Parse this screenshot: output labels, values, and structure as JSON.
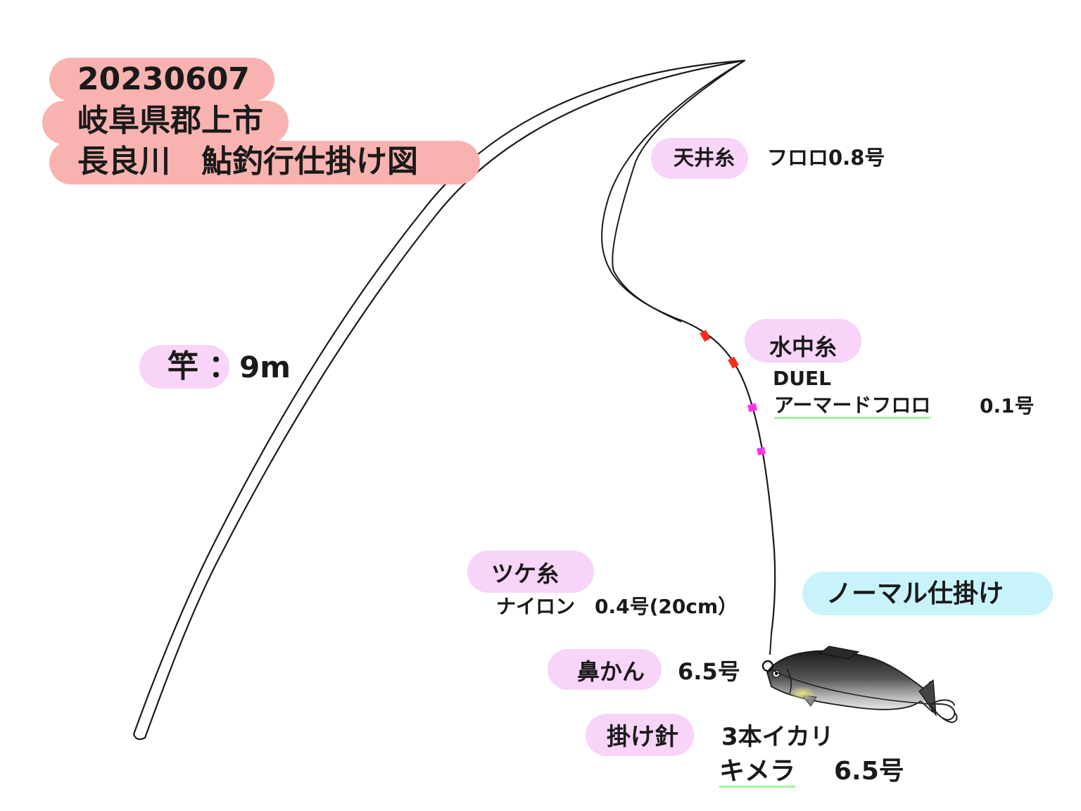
{
  "title": {
    "date": "20230607",
    "location": "岐阜県郡上市",
    "subtitle": "長良川　鮎釣行仕掛け図"
  },
  "rod": {
    "label": "竿",
    "colon": "：",
    "value": "9m"
  },
  "tenjo": {
    "label": "天井糸",
    "value": "フロロ0.8号"
  },
  "suichu": {
    "label": "水中糸",
    "brand": "DUEL",
    "product": "アーマードフロロ",
    "size": "0.1号"
  },
  "tsuke": {
    "label": "ツケ糸",
    "value": "ナイロン　0.4号(20cm）"
  },
  "mode": {
    "label": "ノーマル仕掛け"
  },
  "hanakan": {
    "label": "鼻かん",
    "value": "6.5号"
  },
  "hook": {
    "label": "掛け針",
    "type": "3本イカリ",
    "product": "キメラ",
    "size": "6.5号"
  },
  "colors": {
    "title_pill": "#f8b3b0",
    "label_pill": "#f8d4f8",
    "mode_pill": "#c8f3fb",
    "marker_red": "#ff2a1a",
    "marker_magenta": "#ff33ee",
    "highlight": "#9ef59a"
  },
  "icons": [
    "fish-icon",
    "hook-icon",
    "marker-icon"
  ]
}
